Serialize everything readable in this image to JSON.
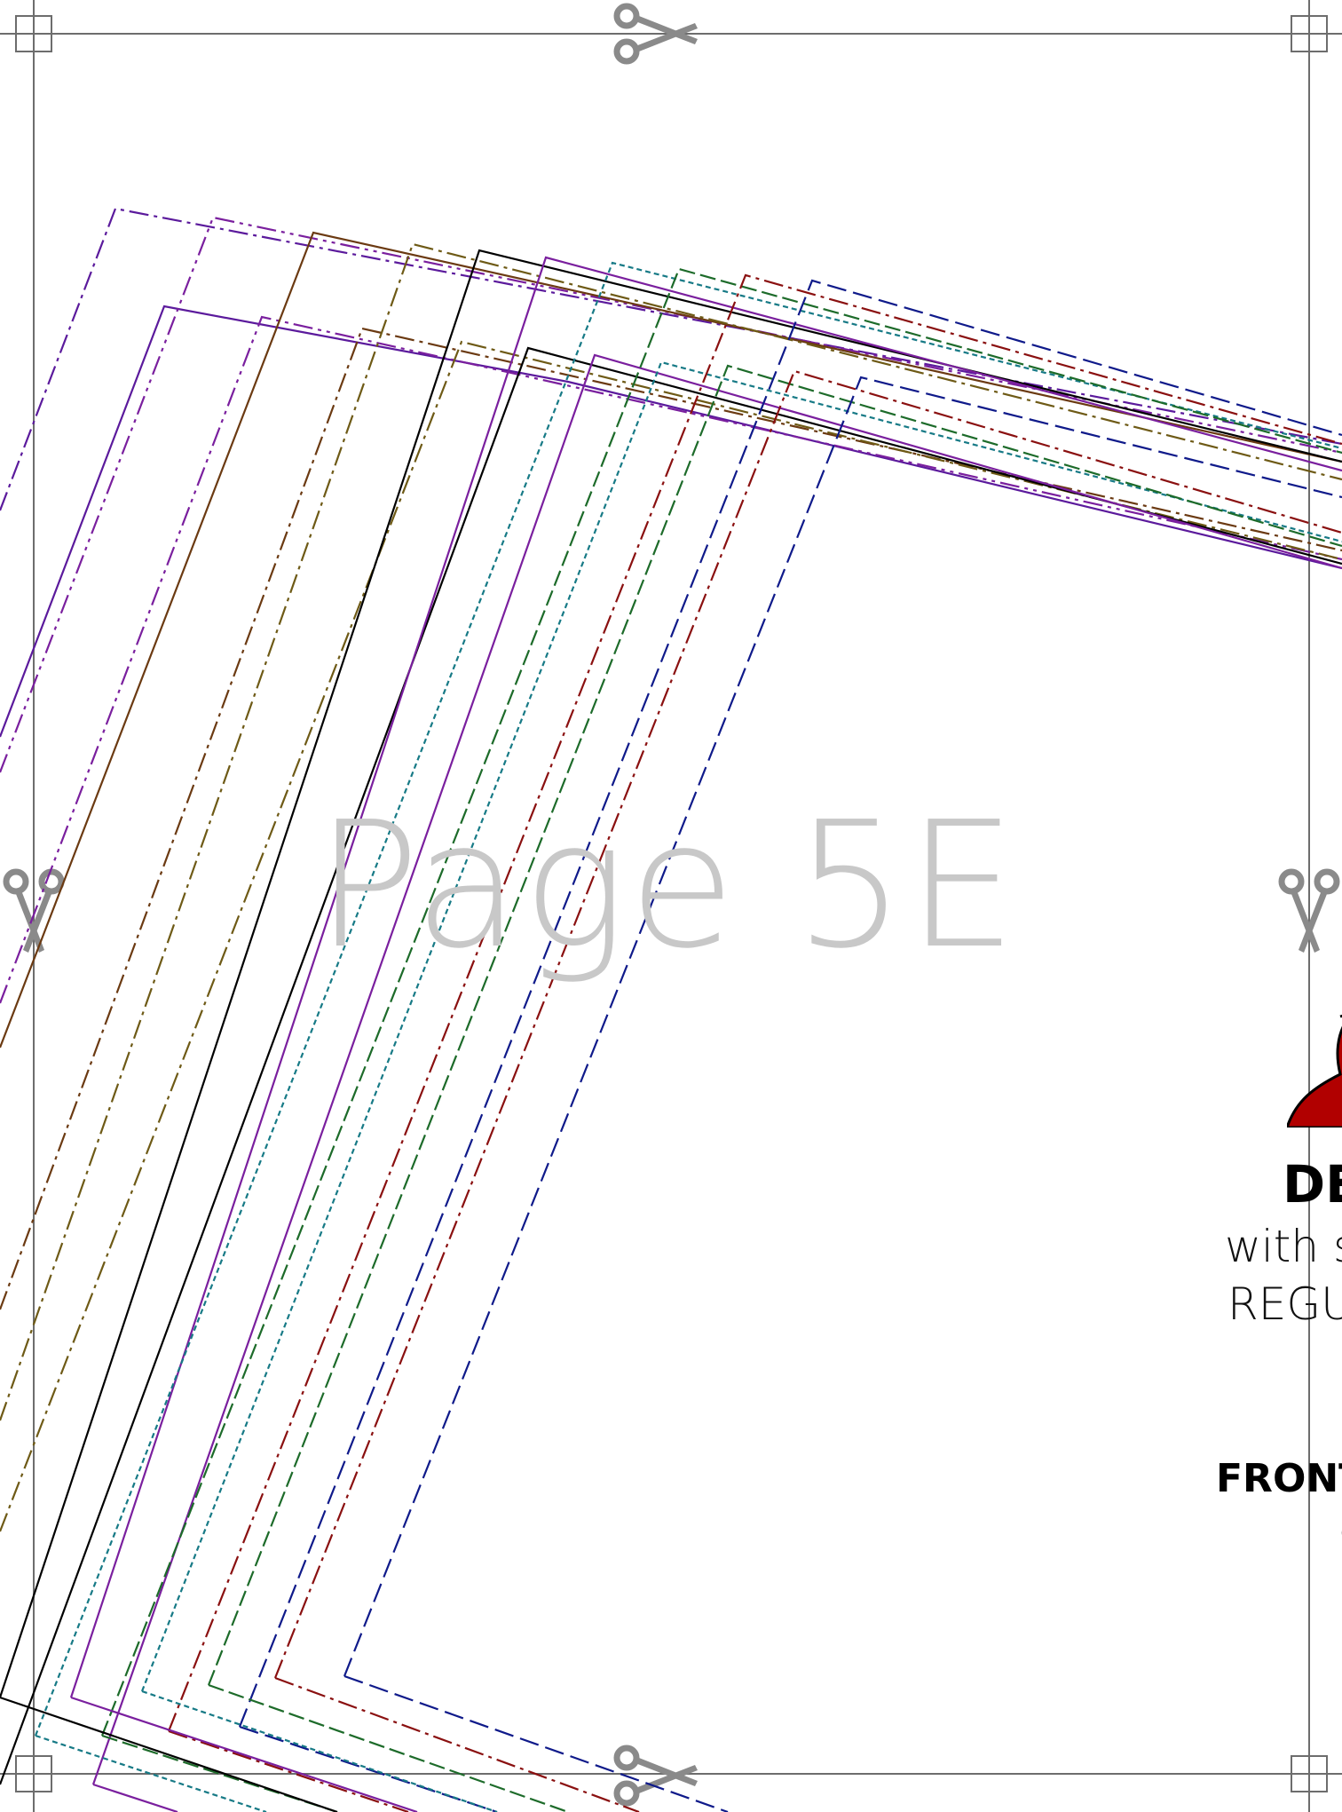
{
  "sheet": {
    "page_label": "Page 5E",
    "title_block": {
      "design_title": "DE",
      "design_subtitle": "with s",
      "design_size": "REGU",
      "piece_name": "FRONT",
      "piece_note": "("
    }
  },
  "colors": {
    "trim_line": "#6d6d6d",
    "cut_marks": "#8a8a8a",
    "watermark": "#c8c8c8",
    "logo_red": "#b10000",
    "size_lines": [
      "#5b1a9c",
      "#7a1f9e",
      "#6b3a12",
      "#6e5a16",
      "#000000",
      "#7a1f9e",
      "#177a86",
      "#1d6b2a",
      "#8a1010",
      "#0f1a8a"
    ]
  },
  "icons": {
    "scissors": "scissors-icon",
    "registration": "registration-square-icon",
    "logo": "dress-logo-icon"
  }
}
